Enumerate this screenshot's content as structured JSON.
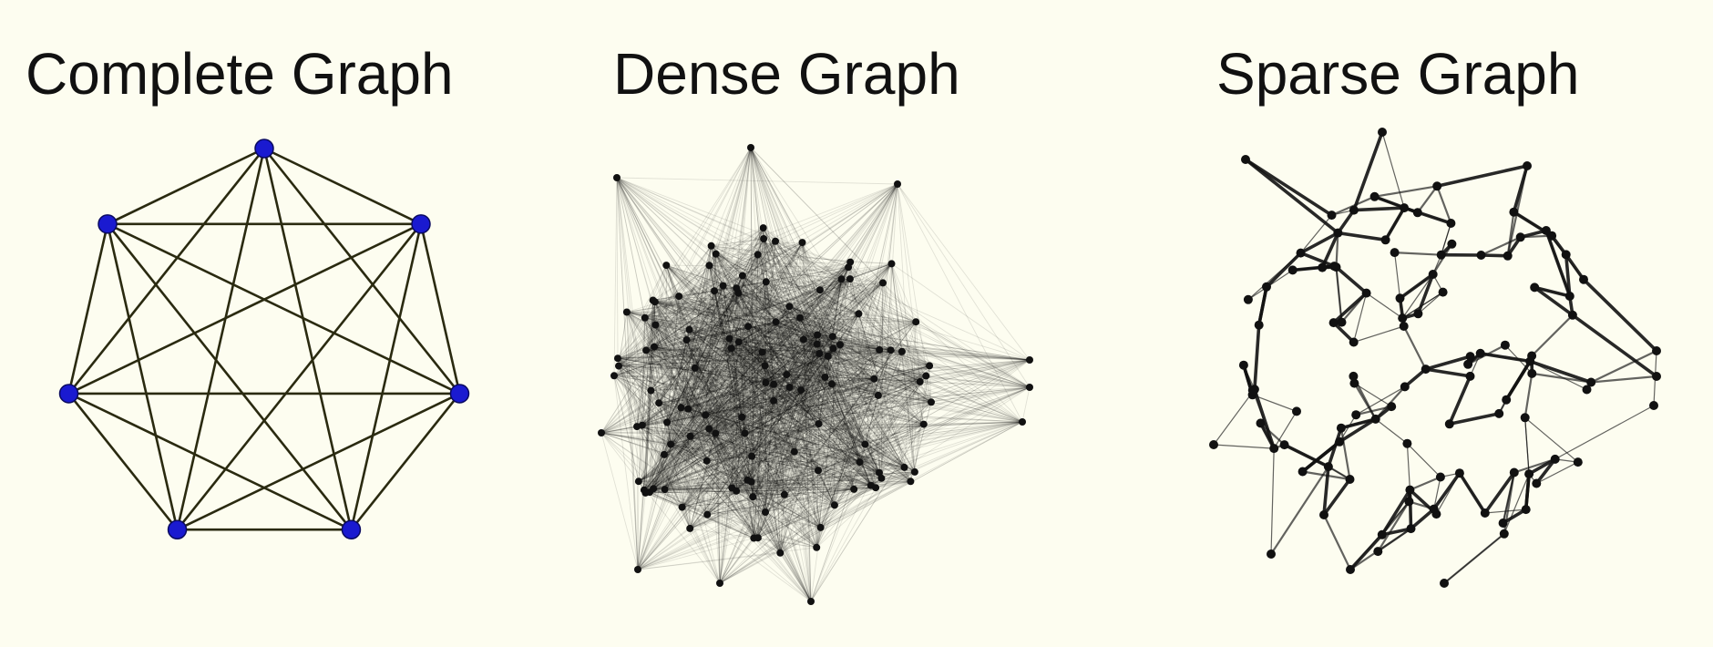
{
  "panels": {
    "complete": {
      "title": "Complete Graph",
      "node_count": 7,
      "node_color": "#1a1ad0",
      "edge_color": "#2a2a10"
    },
    "dense": {
      "title": "Dense Graph",
      "node_color": "#111111",
      "edge_color": "#000000"
    },
    "sparse": {
      "title": "Sparse Graph",
      "node_color": "#111111",
      "edge_color": "#111111"
    }
  },
  "background_color": "#fdfdf0"
}
